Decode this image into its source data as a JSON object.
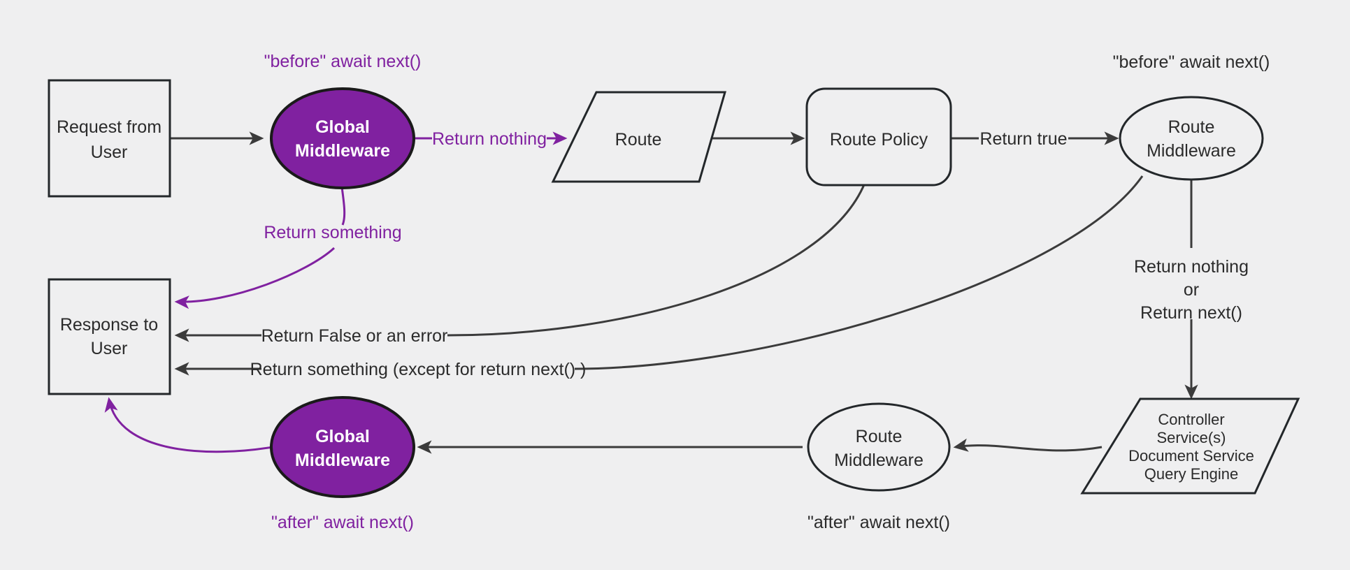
{
  "diagram": {
    "title": "Middleware request lifecycle flowchart",
    "colors": {
      "background": "#efeff0",
      "accent_purple": "#8021a0",
      "stroke_dark": "#23272a",
      "text_dark": "#2b2b2b",
      "text_on_purple": "#ffffff"
    },
    "nodes": [
      {
        "id": "request",
        "shape": "rectangle",
        "lines": [
          "Request from",
          "User"
        ]
      },
      {
        "id": "global-middleware-top",
        "shape": "ellipse",
        "lines": [
          "Global",
          "Middleware"
        ],
        "fill": "purple"
      },
      {
        "id": "route",
        "shape": "parallelogram",
        "lines": [
          "Route"
        ]
      },
      {
        "id": "route-policy",
        "shape": "rounded-rectangle",
        "lines": [
          "Route Policy"
        ]
      },
      {
        "id": "route-middleware-top",
        "shape": "ellipse",
        "lines": [
          "Route",
          "Middleware"
        ]
      },
      {
        "id": "controller",
        "shape": "parallelogram",
        "lines": [
          "Controller",
          "Service(s)",
          "Document Service",
          "Query Engine"
        ]
      },
      {
        "id": "route-middleware-bottom",
        "shape": "ellipse",
        "lines": [
          "Route",
          "Middleware"
        ]
      },
      {
        "id": "global-middleware-bottom",
        "shape": "ellipse",
        "lines": [
          "Global",
          "Middleware"
        ],
        "fill": "purple"
      },
      {
        "id": "response",
        "shape": "rectangle",
        "lines": [
          "Response to",
          "User"
        ]
      }
    ],
    "annotations": [
      {
        "id": "before-global",
        "text": "\"before\" await next()",
        "color": "purple"
      },
      {
        "id": "before-route",
        "text": "\"before\" await next()",
        "color": "dark"
      },
      {
        "id": "after-global",
        "text": "\"after\" await next()",
        "color": "purple"
      },
      {
        "id": "after-route",
        "text": "\"after\" await next()",
        "color": "dark"
      }
    ],
    "edge_labels": [
      {
        "id": "return-nothing",
        "text": "Return nothing",
        "color": "purple"
      },
      {
        "id": "return-something-top",
        "text": "Return something",
        "color": "purple"
      },
      {
        "id": "return-true",
        "text": "Return true",
        "color": "dark"
      },
      {
        "id": "return-nothing-or",
        "lines": [
          "Return nothing",
          "or",
          "Return next()"
        ],
        "color": "dark"
      },
      {
        "id": "return-false-or-error",
        "text": "Return False or an error",
        "color": "dark"
      },
      {
        "id": "return-something-except",
        "text": "Return something (except for return next() )",
        "color": "dark"
      }
    ]
  }
}
